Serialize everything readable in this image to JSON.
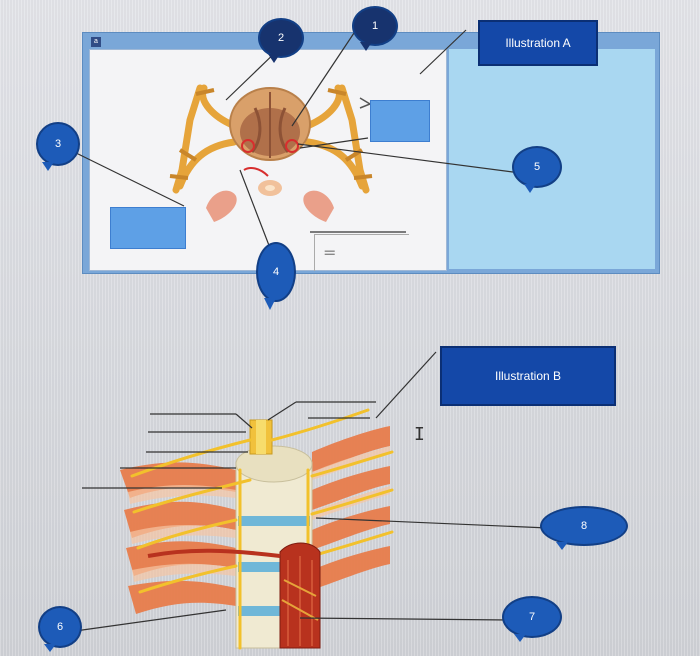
{
  "illustration_a": {
    "title": "Illustration A",
    "badge": "a"
  },
  "illustration_b": {
    "title": "Illustration B"
  },
  "callouts": [
    "1",
    "2",
    "3",
    "4",
    "5",
    "6",
    "7",
    "8"
  ],
  "colors": {
    "title_box": "#1448a8",
    "callout": "#1d5bb8",
    "blank_label_box": "#5ea0e6",
    "panel_right": "#a9d7f1",
    "nerve": "#e6a43a",
    "artery": "#b8321e",
    "muscle": "#e87d4c"
  }
}
